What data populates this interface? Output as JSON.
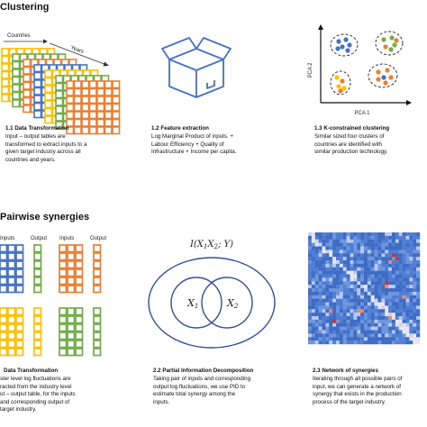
{
  "section1": {
    "heading": "Clustering",
    "grid_labels": {
      "countries": "Countries",
      "years": "Years"
    },
    "step1": {
      "title": "1.1 Data Transformation",
      "body": "Input – output tables are\ntransformed to extract inputs to a\ngiven target industry across all\ncountries and years."
    },
    "step2": {
      "title": "1.2 Feature extraction",
      "body": "Log Marginal Product of inputs. +\nLabour Efficiency + Quality of\nInfrastructure + Income per capita."
    },
    "step3": {
      "title": "1.3 K-constrained clustering",
      "body": "Similar sized four clusters of\ncountries are identified with\nsimilar production technology."
    },
    "axes": {
      "y": "PCA 2",
      "x": "PCA 1"
    }
  },
  "section2": {
    "heading": "Pairwise synergies",
    "col_labels": [
      "Inputs",
      "Output",
      "Inputs",
      "Output"
    ],
    "formula": "I(X1X2; Y)",
    "venn": {
      "left": "X1",
      "right": "X2"
    },
    "step1": {
      "title": "Data Transformation",
      "body": "ster level log fluctuations are\nracted from the industry level\nut – output table, for the inputs\nand corresponding output of\ntarget industry."
    },
    "step2": {
      "title": "2.2 Partial Information Decomposition",
      "body": "Taking pair of inputs and corresponding\noutput log fluctuations, we use PID to\nestimate total synergy among the\ninputs."
    },
    "step3": {
      "title": "2.3 Network of synergies",
      "body": "Iterating through all possible pairs of\ninput, we can generate a network of\nsynergy that exists in the production\nprocess of the target industry."
    }
  },
  "colors": {
    "blue": "#4472c4",
    "orange": "#ed7d31",
    "green": "#70ad47",
    "yellow": "#ffc000",
    "heatmap_base": "#4f7fd4",
    "heatmap_hot": "#d73027"
  }
}
